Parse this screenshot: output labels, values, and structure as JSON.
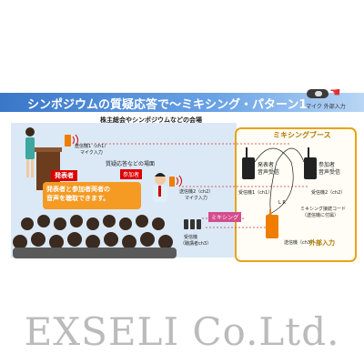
{
  "diagram": {
    "title": "シンポジウムの質疑応答で～ミキシング・パターン1",
    "toggle_label": "マイク 外部入力",
    "meeting_label": "株主総会やシンポジウムなどの会場",
    "booth_label": "ミキシングブース",
    "presenter_tag": "発表者",
    "presenter_note_line1": "発表者と参加者両者の",
    "presenter_note_line2": "音声を聴取できます。",
    "qa_area": "質疑応答などの場面",
    "participant_tag": "参加者",
    "tx1_label": "送信機1（ch1）",
    "tx1_sub": "マイク入力",
    "tx2_label": "送信機2（ch2）",
    "tx2_sub": "マイク入力",
    "tx3_label": "送信機（ch3）",
    "receivers_label": "受信機",
    "receivers_sub": "（聴講者ch3）",
    "booth_rx1": "受信機1（ch1）",
    "booth_rx2": "受信機2（ch2）",
    "booth_rx1_desc1": "発表者",
    "booth_rx1_desc2": "音声受信",
    "booth_rx2_desc1": "参加者",
    "booth_rx2_desc2": "音声受信",
    "cord_label1": "ミキシング接続コード",
    "cord_label2": "（送信機に付属）",
    "lr_label": "L R",
    "mixing_tag": "ミキシング",
    "external_input": "外部入力",
    "booth_tx_label": "送信機（ch3）"
  },
  "watermark": "EXSELI Co.Ltd.",
  "colors": {
    "title_bar": "#3a77c8",
    "hall_bg": "#dbe9f6",
    "booth_border": "#e8a317",
    "transmitter": "#f07c00",
    "tag_red": "#d00000",
    "mixing": "#d34d8c"
  }
}
